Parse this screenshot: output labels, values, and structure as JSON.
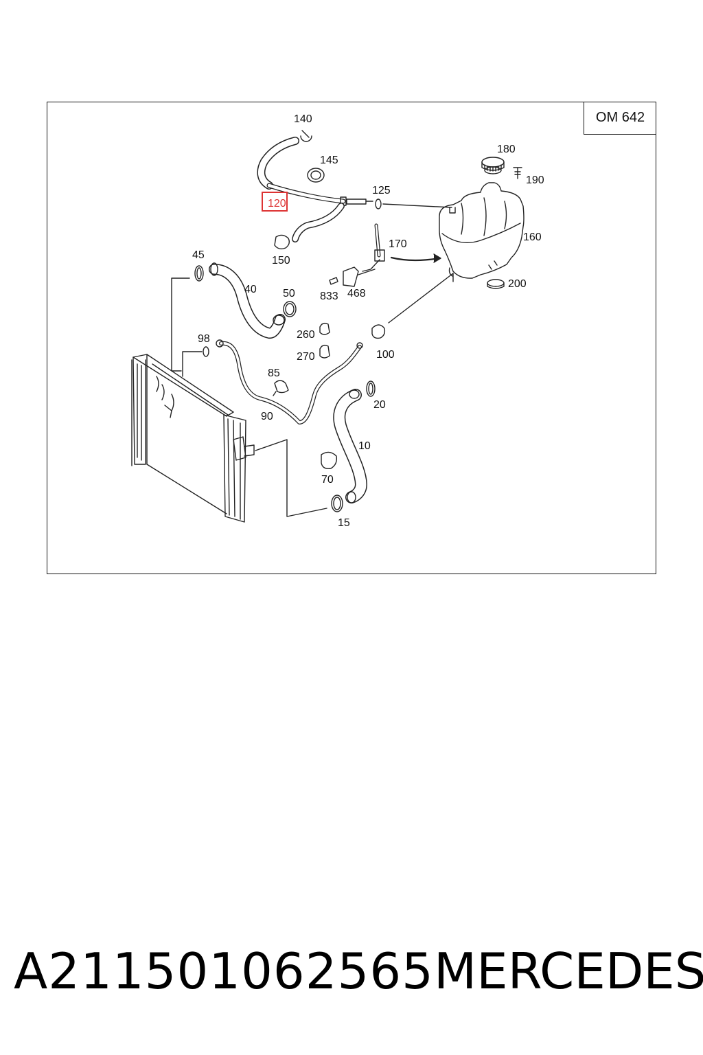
{
  "diagram": {
    "engine_code": "OM 642",
    "highlighted_label": "120",
    "callouts": {
      "c140": "140",
      "c145": "145",
      "c120": "120",
      "c150": "150",
      "c125": "125",
      "c180": "180",
      "c190": "190",
      "c160": "160",
      "c170": "170",
      "c200": "200",
      "c833": "833",
      "c468": "468",
      "c45": "45",
      "c40": "40",
      "c50": "50",
      "c260": "260",
      "c270": "270",
      "c100": "100",
      "c98": "98",
      "c85": "85",
      "c90": "90",
      "c20": "20",
      "c10": "10",
      "c70": "70",
      "c15": "15"
    }
  },
  "footer": {
    "part_number": "A211501062565",
    "brand": "MERCEDES"
  }
}
